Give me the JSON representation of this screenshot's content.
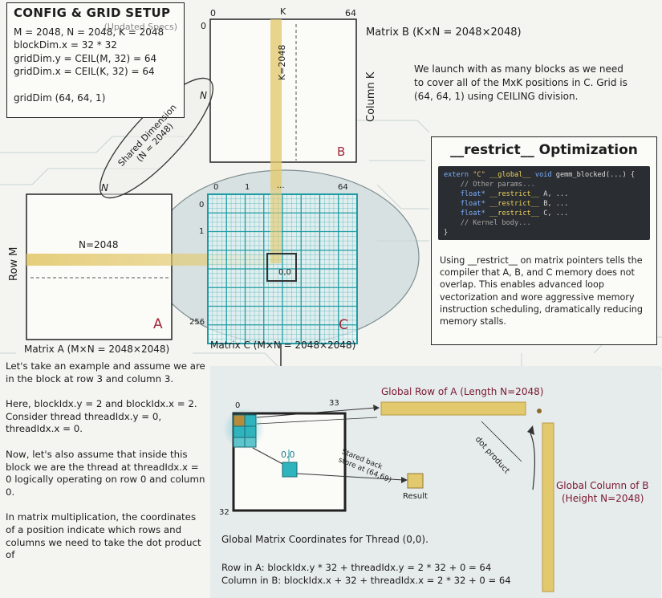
{
  "config": {
    "title": "CONFIG & GRID SETUP",
    "subtitle": "(Updated Specs)",
    "lines": [
      "M = 2048, N = 2048, K = 2048",
      "blockDim.x = 32 * 32",
      "gridDim.y = CEIL(M, 32) = 64",
      "gridDim.x = CEIL(K, 32) = 64",
      "",
      "gridDim (64, 64, 1)"
    ]
  },
  "shared_dim": {
    "label_line1": "Shared Dimension",
    "label_line2": "(N = 2048)",
    "end_top": "N",
    "end_bottom": "N"
  },
  "matrix_b": {
    "title": "Matrix B (K×N = 2048×2048)",
    "letter": "B",
    "tick_left": "0",
    "tick_mid": "K",
    "tick_right": "64",
    "corner": "0",
    "inner_label": "K=2048",
    "side_label": "Column K"
  },
  "launch_note": "We launch with as many blocks as we need to cover all of the MxK positions in C. Grid is (64, 64, 1) using CEILING division.",
  "restrict": {
    "title": "__restrict__ Optimization",
    "code_lines": [
      "extern \"C\" __global__ void gemm_blocked(...) {",
      "    // Other params...",
      "    float* __restrict__ A, ...",
      "    float* __restrict__ B, ...",
      "    float* __restrict__ C, ...",
      "    // Kernel body...",
      "}"
    ],
    "text": "Using __restrict__ on matrix pointers tells the compiler that A, B, and C memory does not overlap. This enables advanced loop vectorization and wore aggressive memory instruction scheduling, dramatically reducing memory stalls."
  },
  "matrix_a": {
    "title": "Matrix A (M×N = 2048×2048)",
    "letter": "A",
    "inner_label": "N=2048",
    "side_label": "Row M"
  },
  "matrix_c": {
    "title": "Matrix C (M×N = 2048×2048)",
    "letter": "C",
    "top_ticks": [
      "0",
      "1",
      "...",
      "64"
    ],
    "left_ticks": [
      "0",
      "1",
      "256"
    ],
    "cell_label": "0,0"
  },
  "example_text": [
    "Let's take an example and assume we are in the block at row 3 and column 3.",
    "Here, blockIdx.y = 2 and blockIdx.x = 2. Consider thread threadIdx.y = 0, threadIdx.x = 0.",
    "Now, let's also assume that inside this block we are the thread at threadIdx.x = 0 logically operating on row 0 and column 0.",
    "In matrix multiplication, the coordinates of a position indicate which rows and columns we need to take the dot product of"
  ],
  "block_detail": {
    "tick_top_left": "0",
    "tick_top_right": "33",
    "tick_bottom_left": "32",
    "thread_label": "0,0",
    "stored_label_line1": "Stared back",
    "stored_label_line2": "store at (64,69)",
    "result_label": "Result",
    "row_label": "Global Row of A (Length N=2048)",
    "column_label_line1": "Global Column of B",
    "column_label_line2": "(Height N=2048)",
    "dot_product": "dot product"
  },
  "bottom_text": {
    "heading": "Global Matrix Coordinates for Thread (0,0).",
    "row_formula": "Row in A: blockIdx.y * 32 + threadIdx.y = 2 * 32 + 0 = 64",
    "col_formula": "Column in B: blockIdx.x + 32 + threadIdx.x = 2 * 32 + 0 = 64"
  },
  "colors": {
    "accent_teal": "#1f9ba5",
    "highlight_gold": "#e3c96d",
    "letter_red": "#a2283a",
    "code_bg": "#2a2d31"
  }
}
